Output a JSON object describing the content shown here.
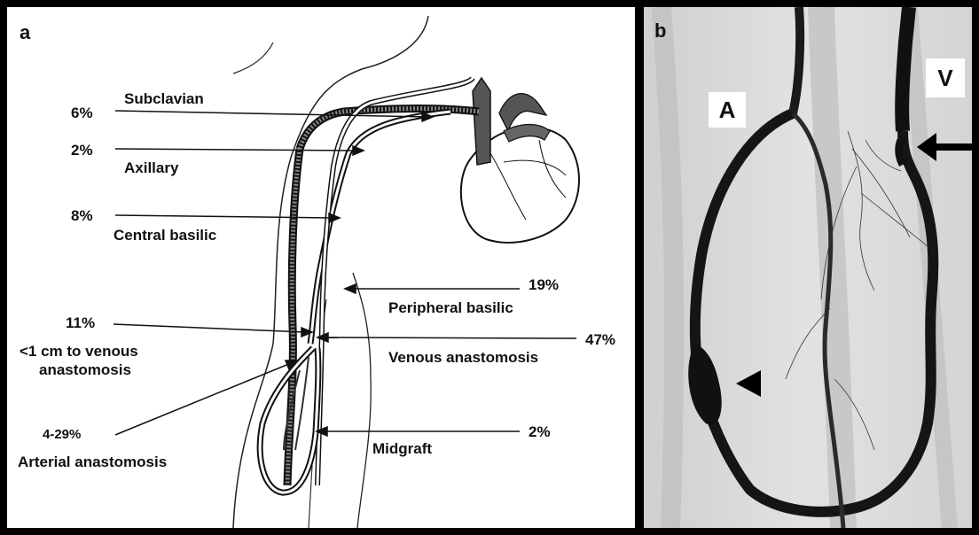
{
  "panel_a": {
    "letter": "a",
    "labels": {
      "subclavian_pct": "6%",
      "subclavian": "Subclavian",
      "axillary_pct": "2%",
      "axillary": "Axillary",
      "central_basilic_pct": "8%",
      "central_basilic": "Central basilic",
      "peripheral_basilic_pct": "19%",
      "peripheral_basilic": "Peripheral basilic",
      "near_anastomosis_pct": "11%",
      "near_anastomosis_line1": "<1 cm to venous",
      "near_anastomosis_line2": "anastomosis",
      "venous_anastomosis_pct": "47%",
      "venous_anastomosis": "Venous anastomosis",
      "arterial_anastomosis_pct": "4-29%",
      "arterial_anastomosis": "Arterial anastomosis",
      "midgraft_pct": "2%",
      "midgraft": "Midgraft"
    }
  },
  "panel_b": {
    "letter": "b",
    "artery_label": "A",
    "vein_label": "V"
  },
  "colors": {
    "border": "#000000",
    "drawing_line": "#111111",
    "angiogram_bg": "#dcdcdc",
    "vessel": "#141414"
  }
}
